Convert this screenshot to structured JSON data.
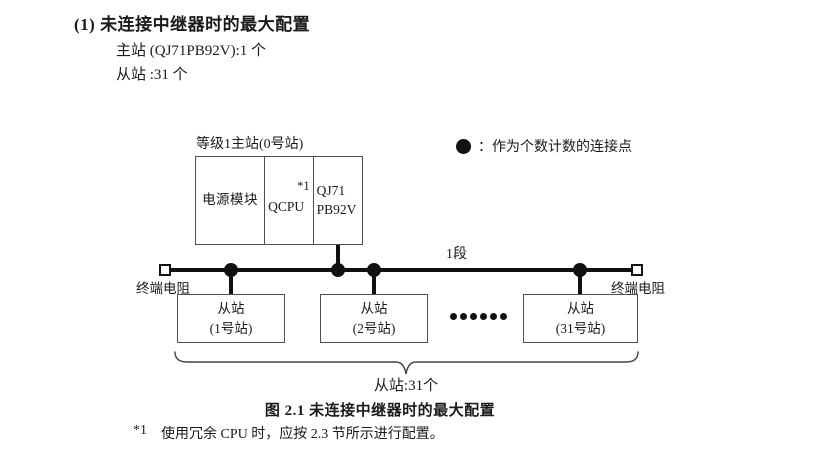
{
  "colors": {
    "text": "#1a1a1a",
    "heavy_line": "#111111",
    "box_border": "#4f4f4f",
    "background": "#ffffff"
  },
  "header": {
    "title": "(1) 未连接中继器时的最大配置",
    "master_count": "主站 (QJ71PB92V):1 个",
    "slave_count": "从站 :31 个"
  },
  "diagram": {
    "master": {
      "label": "等级1主站(0号站)",
      "power_module": "电源模块",
      "cpu": "QCPU",
      "cpu_note": "*1",
      "pb_line1": "QJ71",
      "pb_line2": "PB92V"
    },
    "legend": {
      "separator": "：",
      "label": "作为个数计数的连接点"
    },
    "segment_label": "1段",
    "terminator_left": "终端电阻",
    "terminator_right": "终端电阻",
    "slaves": [
      {
        "name": "从站",
        "station": "(1号站)"
      },
      {
        "name": "从站",
        "station": "(2号站)"
      },
      {
        "name": "从站",
        "station": "(31号站)"
      }
    ],
    "slaves_total": "从站:31个"
  },
  "caption": "图 2.1 未连接中继器时的最大配置",
  "footnote": {
    "marker": "*1",
    "text": "使用冗余 CPU 时，应按 2.3 节所示进行配置。"
  }
}
